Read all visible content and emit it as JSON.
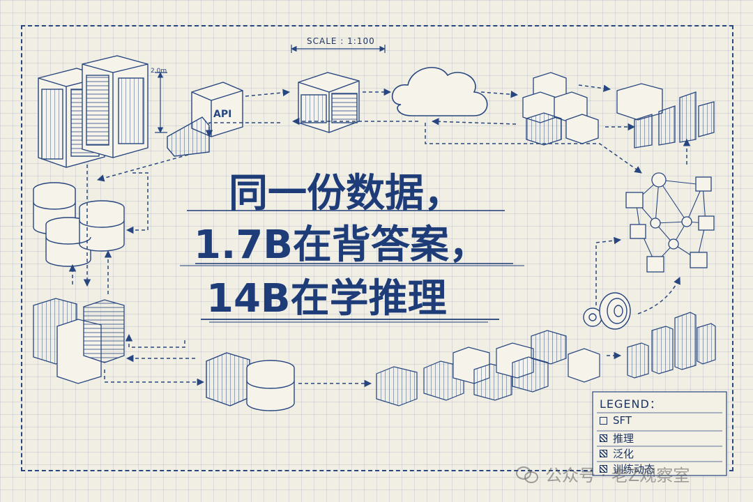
{
  "scale_label": "SCALE : 1:100",
  "dimension_label": "2.0m",
  "api_label": "API",
  "headline": {
    "line1": "同一份数据，",
    "line2": "1.7B在背答案，",
    "line3": "14B在学推理"
  },
  "legend": {
    "title": "LEGEND：",
    "items": [
      {
        "label": "SFT",
        "style": "empty"
      },
      {
        "label": "推理",
        "style": "hatch"
      },
      {
        "label": "泛化",
        "style": "hatch"
      },
      {
        "label": "训练动态",
        "style": "hatch"
      }
    ]
  },
  "watermark": "公众号 · 老Z观察室",
  "colors": {
    "ink": "#1e3c78",
    "paper": "#f1eee4"
  }
}
